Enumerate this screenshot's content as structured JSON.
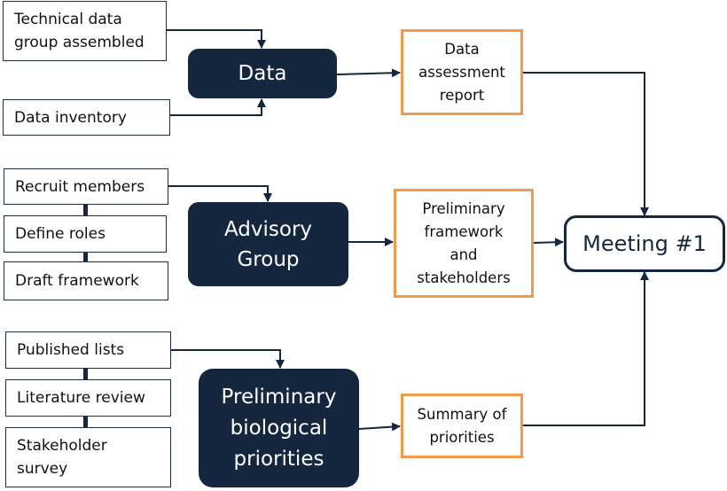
{
  "data_group": {
    "inputs": [
      "Technical data group assembled",
      "Data inventory"
    ],
    "hub": "Data",
    "output": "Data assessment report"
  },
  "advisory_group": {
    "inputs": [
      "Recruit members",
      "Define roles",
      "Draft framework"
    ],
    "hub": "Advisory Group",
    "output": "Preliminary framework and stakeholders"
  },
  "priorities_group": {
    "inputs": [
      "Published lists",
      "Literature review",
      "Stakeholder survey"
    ],
    "hub": "Preliminary biological priorities",
    "output": "Summary of priorities"
  },
  "final": "Meeting #1",
  "colors": {
    "navy": "#15273f",
    "orange": "#f2994a"
  }
}
